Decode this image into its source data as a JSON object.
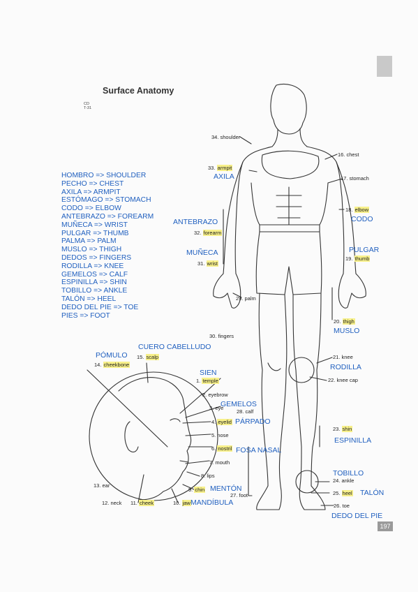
{
  "header": {
    "title": "Surface Anatomy",
    "cd_line1": "CD",
    "cd_line2": "T-31",
    "page_number": "197"
  },
  "vocabulary": [
    "HOMBRO => SHOULDER",
    "PECHO => CHEST",
    "AXILA => ARMPIT",
    "ESTÓMAGO => STOMACH",
    "CODO => ELBOW",
    "ANTEBRAZO => FOREARM",
    "MUÑECA => WRIST",
    "PULGAR => THUMB",
    "PALMA => PALM",
    "MUSLO => THIGH",
    "DEDOS => FINGERS",
    "RODILLA => KNEE",
    "GEMELOS => CALF",
    "ESPINILLA => SHIN",
    "TOBILLO => ANKLE",
    "TALÓN => HEEL",
    "DEDO DEL PIE => TOE",
    "PIES => FOOT"
  ],
  "body_labels": {
    "shoulder": "34. shoulder",
    "chest": "16. chest",
    "armpit_num": "33.",
    "armpit": "armpit",
    "stomach": "17. stomach",
    "elbow_num": "18.",
    "elbow": "elbow",
    "forearm_num": "32.",
    "forearm": "forearm",
    "wrist_num": "31.",
    "wrist": "wrist",
    "thumb_num": "19.",
    "thumb": "thumb",
    "palm": "29. palm",
    "thigh_num": "20.",
    "thigh": "thigh",
    "fingers": "30. fingers",
    "knee": "21. knee",
    "kneecap": "22. knee cap",
    "calf": "28. calf",
    "shin_num": "23.",
    "shin": "shin",
    "ankle": "24. ankle",
    "heel_num": "25.",
    "heel": "heel",
    "foot": "27. foot",
    "toe": "26. toe"
  },
  "head_labels": {
    "scalp_num": "15.",
    "scalp": "scalp",
    "cheekbone_num": "14.",
    "cheekbone": "cheekbone",
    "temple_num": "1.",
    "temple": "temple",
    "eyebrow": "2. eyebrow",
    "eye": "3. eye",
    "eyelid_num": "4.",
    "eyelid": "eyelid",
    "nose": "5. nose",
    "nostril_num": "6.",
    "nostril": "nostril",
    "mouth": "7. mouth",
    "lips": "8. lips",
    "chin_num": "9.",
    "chin": "chin",
    "jaw_num": "10.",
    "jaw": "jaw",
    "cheek_num": "11.",
    "cheek": "cheek",
    "neck": "12. neck",
    "ear": "13. ear"
  },
  "spanish_labels": {
    "axila": "AXILA",
    "codo": "CODO",
    "antebrazo": "ANTEBRAZO",
    "muneca": "MUÑECA",
    "pulgar": "PULGAR",
    "muslo": "MUSLO",
    "cuero": "CUERO CABELLUDO",
    "pomulo": "PÓMULO",
    "sien": "SIEN",
    "gemelos": "GEMELOS",
    "parpado": "PÁRPADO",
    "rodilla": "RODILLA",
    "espinilla": "ESPINILLA",
    "fosa": "FOSA NASAL",
    "tobillo": "TOBILLO",
    "talon": "TALÓN",
    "menton": "MENTÓN",
    "mandibula": "MANDÍBULA",
    "dedo": "DEDO DEL PIE"
  },
  "colors": {
    "annotation_blue": "#1f5fbf",
    "highlight_yellow": "#f7f08a"
  }
}
